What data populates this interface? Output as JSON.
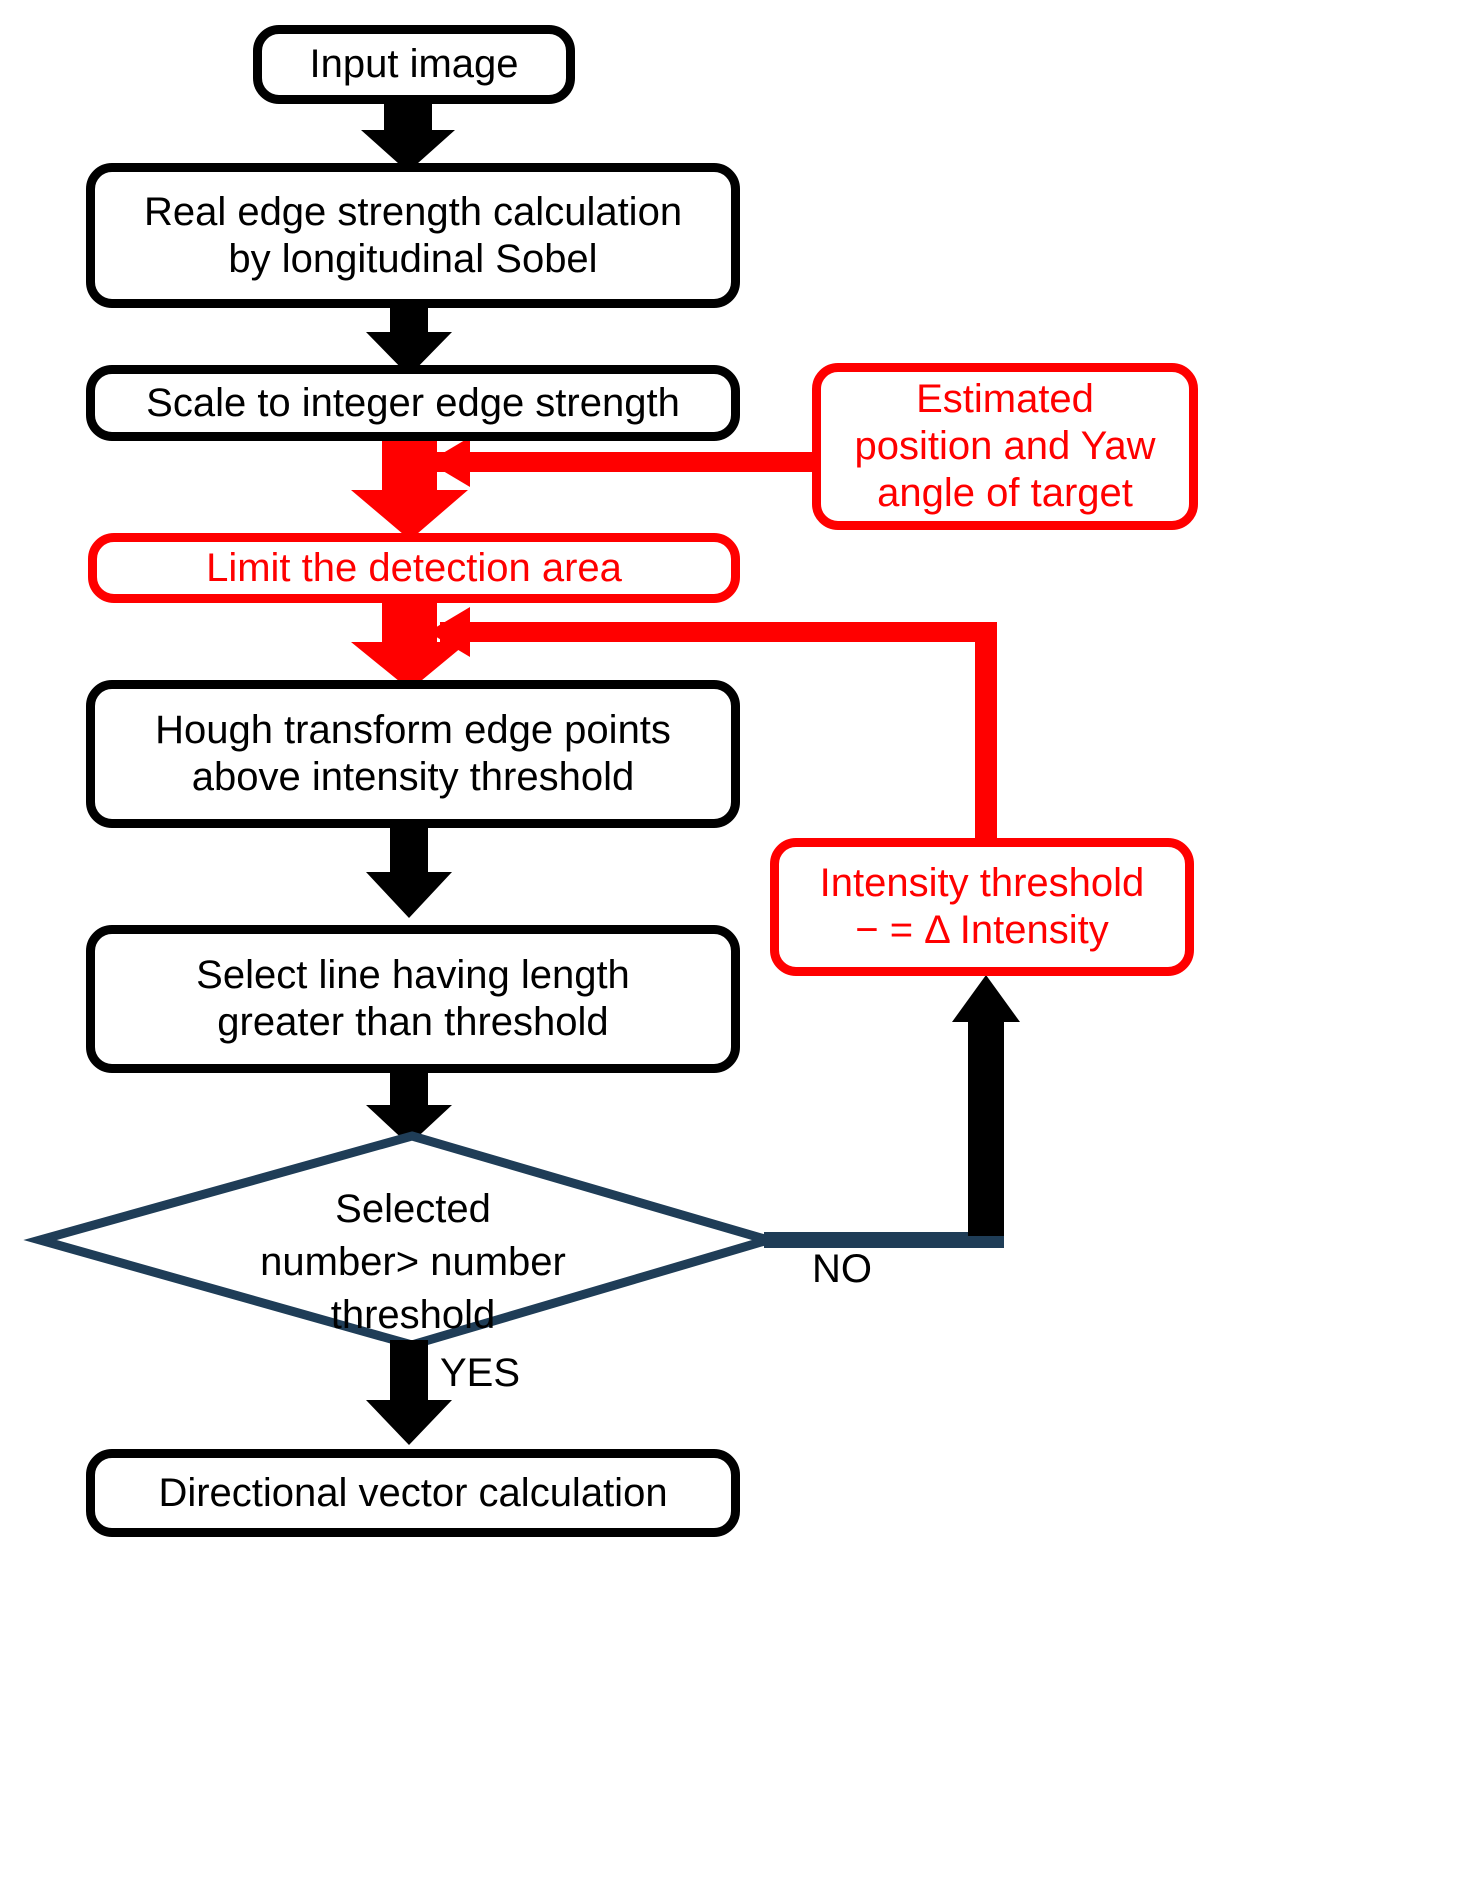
{
  "diagram": {
    "title": "Line detection flowchart",
    "colors": {
      "black": "#000000",
      "red": "#FF0000",
      "navy": "#1F3D57",
      "background": "#FFFFFF"
    },
    "nodes": {
      "input": "Input image",
      "sobel": "Real edge strength calculation\nby longitudinal Sobel",
      "scale": "Scale to integer edge strength",
      "estimated": "Estimated\nposition and Yaw\nangle of target",
      "limit": "Limit the detection area",
      "hough": "Hough transform edge points\nabove intensity threshold",
      "intensity": "Intensity threshold\n− = Δ Intensity",
      "select": "Select line having length\ngreater than threshold",
      "decision": "Selected\nnumber> number\nthreshold",
      "directional": "Directional vector calculation"
    },
    "edge_labels": {
      "no": "NO",
      "yes": "YES"
    }
  }
}
